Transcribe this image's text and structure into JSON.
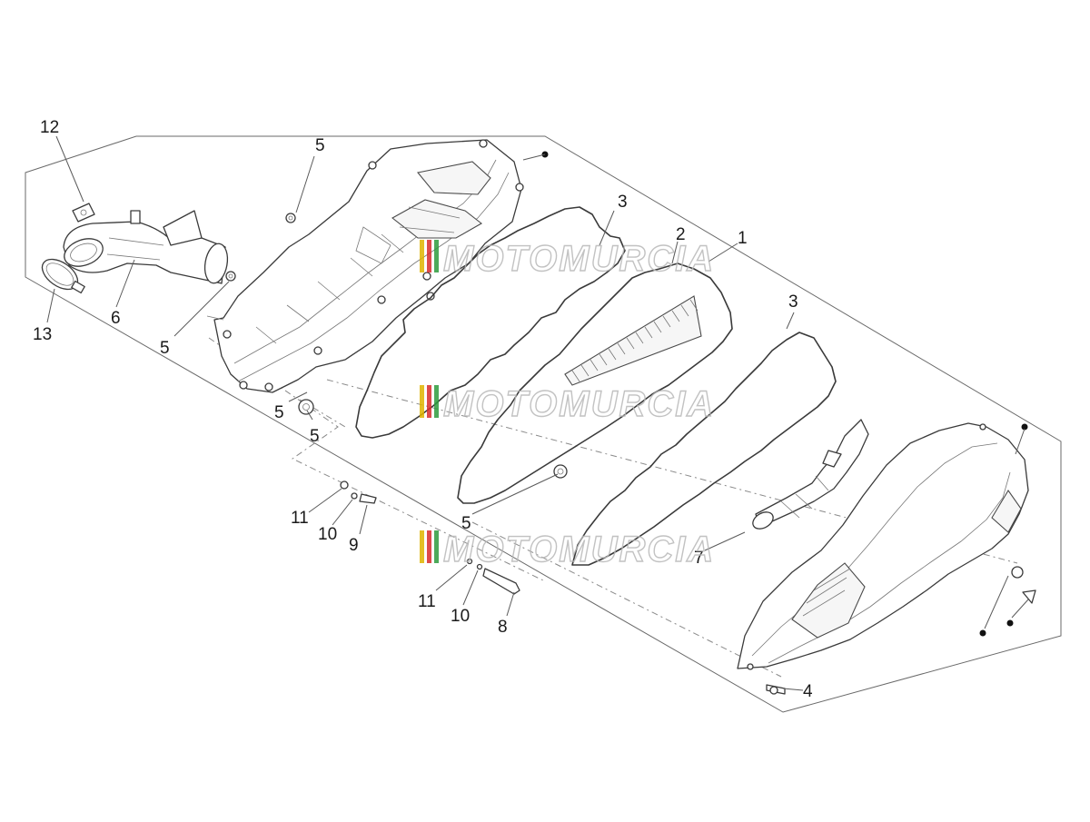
{
  "diagram": {
    "callouts": [
      "1",
      "2",
      "3",
      "3",
      "4",
      "5",
      "5",
      "5",
      "5",
      "5",
      "6",
      "7",
      "8",
      "9",
      "10",
      "10",
      "11",
      "11",
      "12",
      "13"
    ],
    "watermark": {
      "brand": "MOTOMURCIA",
      "stripe_colors": [
        "#e0b400",
        "#d92b2b",
        "#2e9c3e"
      ]
    }
  }
}
